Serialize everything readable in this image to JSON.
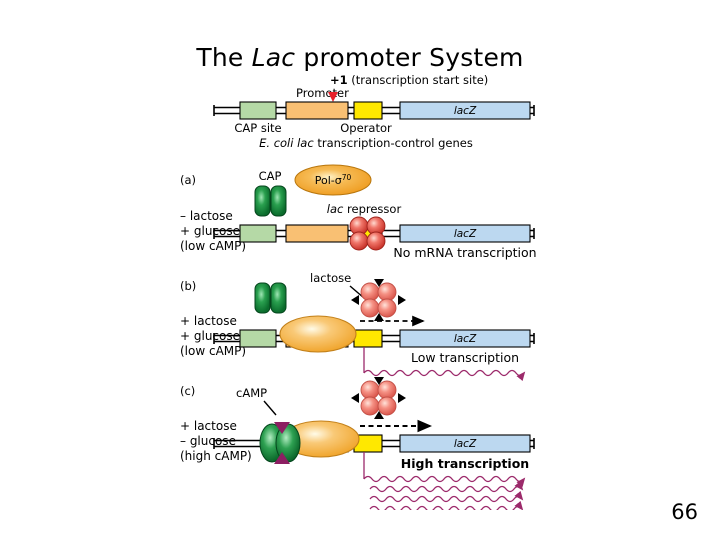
{
  "slide": {
    "title_prefix": "The ",
    "title_italic": "Lac",
    "title_suffix": " promoter System",
    "page_number": "66"
  },
  "figure": {
    "caption": "E. coli lac transcription-control genes",
    "caption_italic_1": "E. coli lac",
    "caption_rest": " transcription-control genes",
    "top_map": {
      "promoter_label": "Promoter",
      "start_site_label": "+1 (transcription start site)",
      "start_site_bold": "+1",
      "start_site_rest": " (transcription start site)",
      "cap_site_label": "CAP site",
      "operator_label": "Operator",
      "gene_label": "lacZ",
      "segments": [
        {
          "name": "CAP site",
          "color": "#b5d9a6"
        },
        {
          "name": "Promoter",
          "color": "#f9c073"
        },
        {
          "name": "Operator",
          "color": "#ffe800"
        },
        {
          "name": "lacZ",
          "color": "#bcd8f0"
        }
      ]
    },
    "panels": [
      {
        "id": "a",
        "tag": "(a)",
        "condition_lines": [
          "– lactose",
          "+ glucose",
          "(low cAMP)"
        ],
        "cap_label": "CAP",
        "polymerase_label": "Pol-σ",
        "polymerase_superscript": "70",
        "repressor_label": "lac repressor",
        "repressor_label_italic": "lac",
        "repressor_label_rest": " repressor",
        "gene_label": "lacZ",
        "outcome": "No mRNA transcription",
        "transcripts": 0,
        "lactose_bound": false,
        "camp_bound": false,
        "repressor_on_operator": true,
        "polymerase_on_promoter": false
      },
      {
        "id": "b",
        "tag": "(b)",
        "condition_lines": [
          "+ lactose",
          "+ glucose",
          "(low cAMP)"
        ],
        "lactose_label": "lactose",
        "gene_label": "lacZ",
        "outcome": "Low transcription",
        "transcripts": 1,
        "lactose_bound": true,
        "camp_bound": false,
        "repressor_on_operator": false,
        "polymerase_on_promoter": true
      },
      {
        "id": "c",
        "tag": "(c)",
        "condition_lines": [
          "+ lactose",
          "– glucose",
          "(high cAMP)"
        ],
        "camp_label": "cAMP",
        "gene_label": "lacZ",
        "outcome": "High transcription",
        "transcripts": 4,
        "lactose_bound": true,
        "camp_bound": true,
        "repressor_on_operator": false,
        "polymerase_on_promoter": true
      }
    ],
    "colors": {
      "cap_site": "#b5d9a6",
      "promoter": "#f9c073",
      "operator": "#ffe800",
      "lacz": "#bcd8f0",
      "cap_protein": "#0e8a3c",
      "polymerase": "#f2a93b",
      "repressor": "#e8534a",
      "lactose_triangle": "#000000",
      "camp_triangle": "#8c1f62",
      "mrna": "#9c2a6b",
      "start_arrow": "#e8202a",
      "dna_line": "#000000"
    }
  }
}
